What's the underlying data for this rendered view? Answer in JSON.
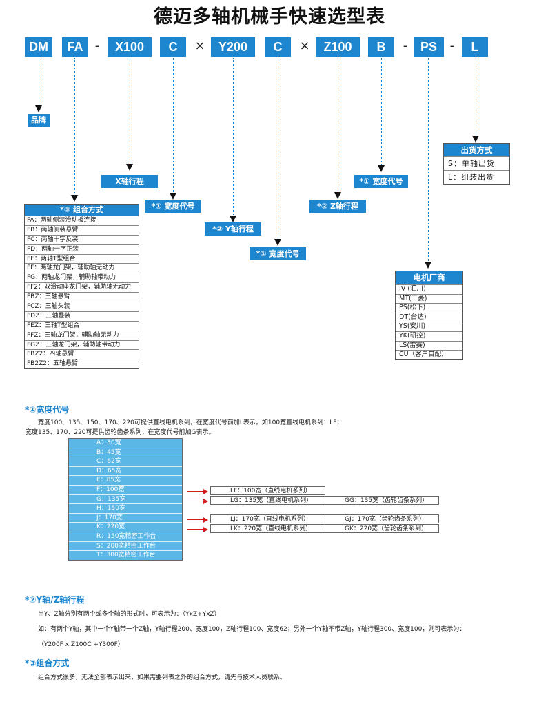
{
  "title": "德迈多轴机械手快速选型表",
  "codes": [
    "DM",
    "FA",
    "X100",
    "C",
    "Y200",
    "C",
    "Z100",
    "B",
    "PS",
    "L"
  ],
  "separators": [
    "-",
    "×",
    "×",
    "-",
    "-"
  ],
  "labels": {
    "brand": "品牌",
    "x_stroke": "X轴行程",
    "width1": "*① 宽度代号",
    "y_stroke": "*② Y轴行程",
    "width2": "*① 宽度代号",
    "z_stroke": "*② Z轴行程",
    "width3": "*① 宽度代号"
  },
  "shipping": {
    "header": "出货方式",
    "rows": [
      "S：单轴出货",
      "L：组装出货"
    ]
  },
  "combo": {
    "header": "*③ 组合方式",
    "rows": [
      "FA：两轴侧装滑动板连接",
      "FB：两轴侧装悬臂",
      "FC：两轴十字反装",
      "FD：两轴十字正装",
      "FE：两轴T型组合",
      "FF：两轴龙门架，辅助轴无动力",
      "FG：两轴龙门架，辅助轴带动力",
      "FF2：双滑动座龙门架，辅助轴无动力",
      "FBZ：三轴悬臂",
      "FCZ：三轴头装",
      "FDZ：三轴叠装",
      "FEZ：三轴T型组合",
      "FFZ：三轴龙门架，辅助轴无动力",
      "FGZ：三轴龙门架，辅助轴带动力",
      "FBZ2：四轴悬臂",
      "FB2Z2：五轴悬臂"
    ]
  },
  "manufacturer": {
    "header": "电机厂商",
    "rows": [
      "IV (汇川)",
      "MT(三菱)",
      "PS(松下)",
      "DT(台达)",
      "YS(安川)",
      "YK(研控)",
      "LS(雷赛)",
      "CU（客户自配）"
    ]
  },
  "sec1": {
    "heading": "*①宽度代号",
    "lines": [
      "宽度100、135、150、170、220可提供直线电机系列，在宽度代号前加L表示。如100宽直线电机系列：LF；",
      "宽度135、170、220可提供齿轮齿条系列，在宽度代号前加G表示。"
    ],
    "widths": [
      "A：30宽",
      "B：45宽",
      "C：62宽",
      "D：65宽",
      "E：85宽",
      "F：100宽",
      "G：135宽",
      "H：150宽",
      "J：170宽",
      "K：220宽",
      "R：150宽精密工作台",
      "S：200宽精密工作台",
      "T：300宽精密工作台"
    ],
    "linear": [
      "LF：100宽（直线电机系列）",
      "LG：135宽（直线电机系列）",
      "LJ：170宽（直线电机系列）",
      "LK：220宽（直线电机系列）"
    ],
    "gear": [
      "GG：135宽（齿轮齿条系列）",
      "GJ：170宽（齿轮齿条系列）",
      "GK：220宽（齿轮齿条系列）"
    ]
  },
  "sec2": {
    "heading": "*②Y轴/Z轴行程",
    "lines": [
      "当Y、Z轴分别有两个或多个轴的形式时，可表示为：（YxZ+YxZ）",
      "如：有两个Y轴，其中一个Y轴带一个Z轴，Y轴行程200、宽度100，Z轴行程100、宽度62；另外一个Y轴不带Z轴，Y轴行程300、宽度100，则可表示为：",
      "（Y200F x Z100C +Y300F）"
    ]
  },
  "sec3": {
    "heading": "*③组合方式",
    "lines": [
      "组合方式很多，无法全部表示出来，如果需要列表之外的组合方式，请先与技术人员联系。"
    ]
  },
  "colors": {
    "accent": "#1e86cf",
    "light": "#5bb8e6",
    "arrow_red": "#d61d1d"
  }
}
